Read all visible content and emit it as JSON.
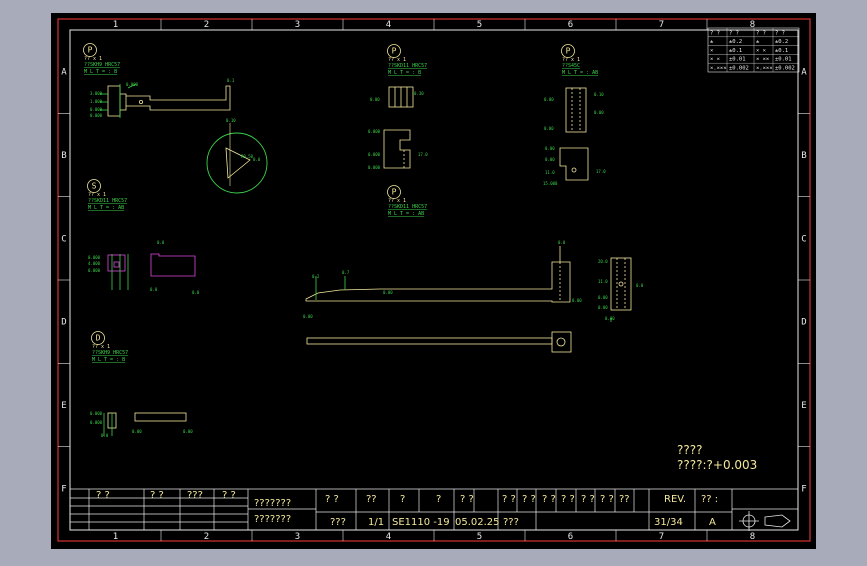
{
  "border": {
    "columns": [
      "1",
      "2",
      "3",
      "4",
      "5",
      "6",
      "7",
      "8"
    ],
    "rows": [
      "A",
      "B",
      "C",
      "D",
      "E",
      "F"
    ]
  },
  "revision_table": {
    "rows": [
      [
        "? ?",
        "? ?",
        "? ?",
        "? ?"
      ],
      [
        "±",
        "±0.2",
        "±",
        "±0.2"
      ],
      [
        "×",
        "±0.1",
        "× ×",
        "±0.1"
      ],
      [
        "× ×",
        "±0.01",
        "× ××",
        "±0.01"
      ],
      [
        "×.×××",
        "±0.002",
        "×.×××",
        "±0.002"
      ]
    ]
  },
  "details": [
    {
      "letter": "P",
      "qty": "?? x 1",
      "spec": "??SKH9 HRC57",
      "sub": "M L T = : B"
    },
    {
      "letter": "P",
      "qty": "?? x 1",
      "spec": "??SKD11 HRC57",
      "sub": "M L T = : B"
    },
    {
      "letter": "P",
      "qty": "?? x 1",
      "spec": "??S45C",
      "sub": "M L T = : AB"
    },
    {
      "letter": "S",
      "qty": "?? x 1",
      "spec": "??SKD11 HRC57",
      "sub": "M L T = : AB"
    },
    {
      "letter": "P",
      "qty": "?? x 1",
      "spec": "??SKD11 HRC57",
      "sub": "M L T = : AB"
    },
    {
      "letter": "D",
      "qty": "?? x 1",
      "spec": "??SKH9 HRC57",
      "sub": "M L T = : B"
    }
  ],
  "notes": {
    "line1": "????",
    "line2": "????:?+0.003"
  },
  "title_block": {
    "left_headers": [
      "?  ?",
      "? ?",
      "???",
      "? ?"
    ],
    "drawing_name_1": "???????",
    "drawing_name_2": "???????",
    "header_cells": [
      "? ?",
      "??",
      "?",
      "?",
      "? ?",
      "? ?",
      "? ?",
      "? ?",
      "? ?",
      "? ?",
      "? ?",
      "??",
      "REV.",
      "?? :"
    ],
    "value_cells": [
      "???",
      "1/1",
      "SE1110 -19",
      "05.02.25",
      "???",
      "31/34",
      "A"
    ]
  }
}
